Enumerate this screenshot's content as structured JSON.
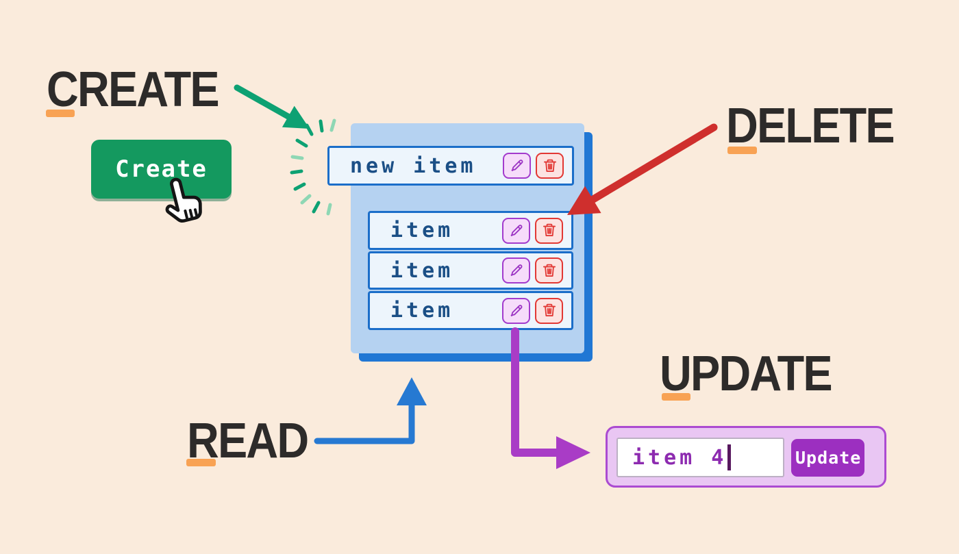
{
  "labels": {
    "create": "CREATE",
    "read": "READ",
    "update": "UPDATE",
    "delete": "DELETE"
  },
  "create_button": {
    "label": "Create"
  },
  "list": {
    "new_item": {
      "label": "new item"
    },
    "items": [
      {
        "label": "item"
      },
      {
        "label": "item"
      },
      {
        "label": "item"
      }
    ]
  },
  "row_actions": {
    "edit_icon": "pencil-icon",
    "delete_icon": "trash-icon"
  },
  "update_form": {
    "input_value": "item 4",
    "button_label": "Update"
  },
  "colors": {
    "background": "#faebdc",
    "heading_text": "#2d2b2a",
    "underline_orange": "#f8a254",
    "create_green": "#14995f",
    "arrow_green": "#0da173",
    "arrow_red": "#cf2f2d",
    "arrow_blue": "#2679d2",
    "arrow_purple": "#a93cc6",
    "panel_fill": "#b5d2f1",
    "panel_shadow": "#2077d4",
    "row_fill": "#edf5fc",
    "row_border": "#1b6ec9",
    "item_text": "#1b4f86",
    "edit_accent": "#a33bcd",
    "delete_accent": "#e23834",
    "update_button_fill": "#9c2fc0",
    "input_text": "#8d2bb0"
  }
}
